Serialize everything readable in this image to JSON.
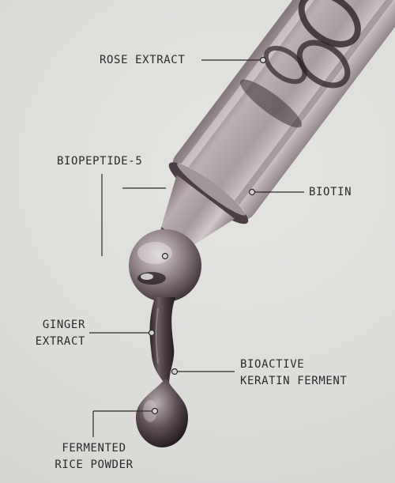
{
  "callouts": {
    "rose_extract": "ROSE EXTRACT",
    "biopeptide": "BIOPEPTIDE-5",
    "biotin": "BIOTIN",
    "ginger": [
      "GINGER",
      "EXTRACT"
    ],
    "keratin": [
      "BIOACTIVE",
      "KERATIN FERMENT"
    ],
    "rice": [
      "FERMENTED",
      "RICE POWDER"
    ]
  },
  "colors": {
    "background": "#dcdcd9",
    "text": "#2a2a2a",
    "line": "#2a2a2a",
    "liquid": "#6e5f66",
    "glass": "#b9afb2"
  }
}
